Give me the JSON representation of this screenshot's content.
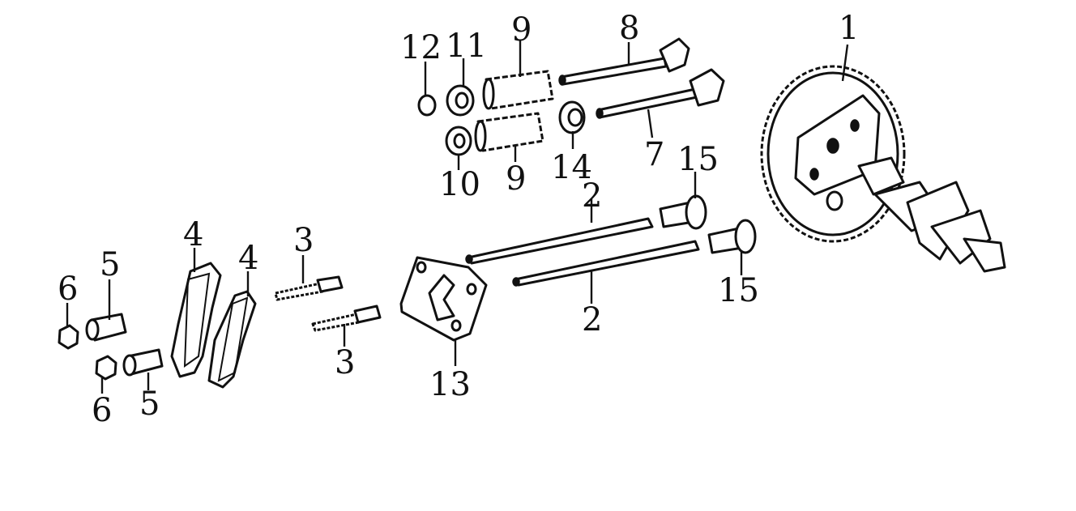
{
  "diagram": {
    "callouts": {
      "c1": "1",
      "c2a": "2",
      "c2b": "2",
      "c3a": "3",
      "c3b": "3",
      "c4a": "4",
      "c4b": "4",
      "c5a": "5",
      "c5b": "5",
      "c6a": "6",
      "c6b": "6",
      "c7": "7",
      "c8": "8",
      "c9a": "9",
      "c9b": "9",
      "c10": "10",
      "c11": "11",
      "c12": "12",
      "c13": "13",
      "c14": "14",
      "c15a": "15",
      "c15b": "15"
    },
    "colors": {
      "ink": "#111111",
      "paper": "#ffffff"
    }
  }
}
